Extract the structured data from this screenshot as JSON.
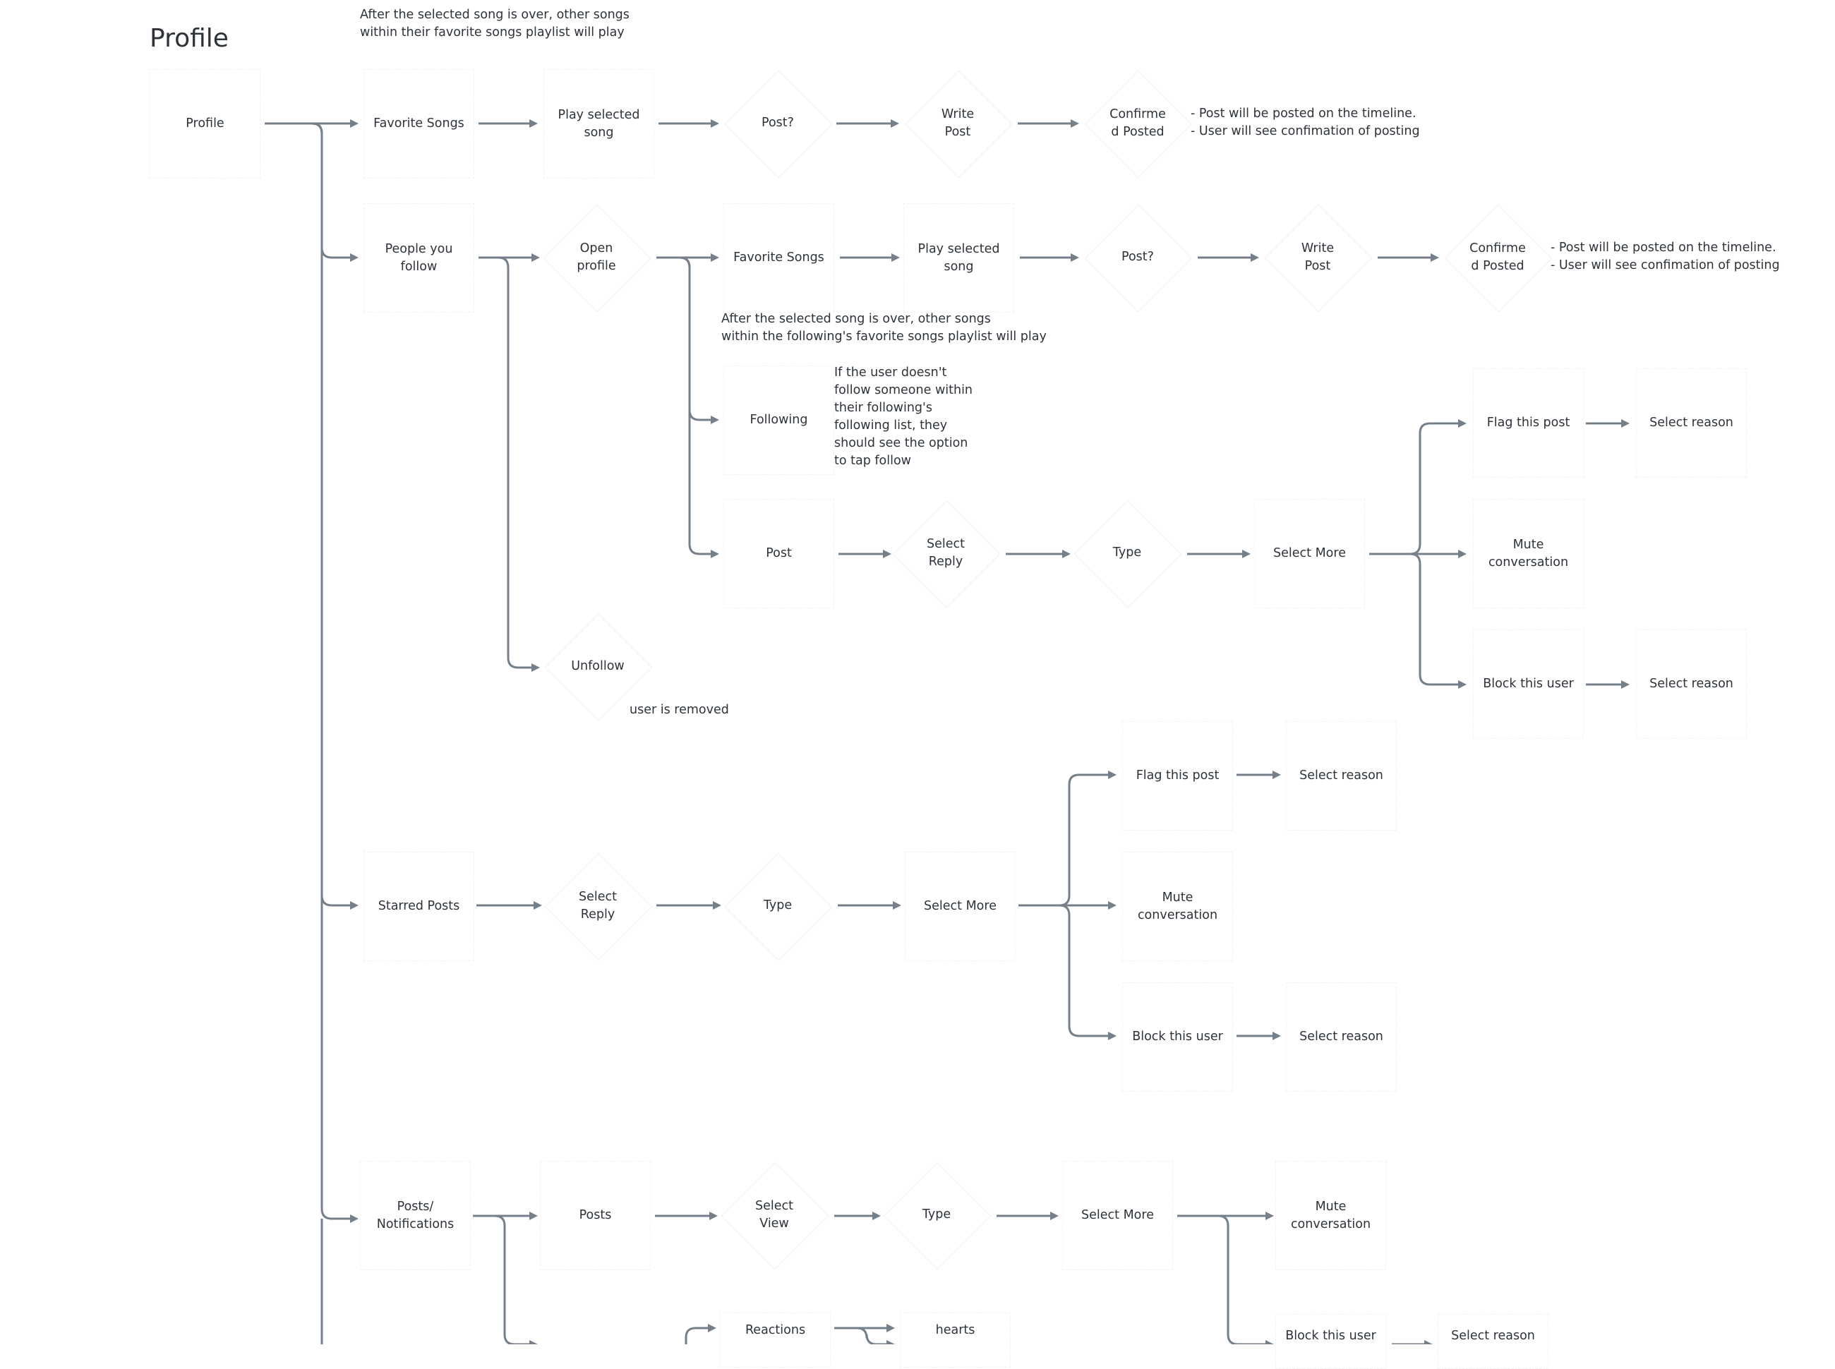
{
  "page_title": "Profile",
  "nodes": {
    "profile": "Profile",
    "fav_songs_1": "Favorite Songs",
    "play_song_1": "Play selected\nsong",
    "post_q_1": "Post?",
    "write_post_1": "Write\nPost",
    "confirmed_1": "Confirme\nd Posted",
    "people_follow": "People you\nfollow",
    "open_profile": "Open\nprofile",
    "fav_songs_2": "Favorite Songs",
    "play_song_2": "Play selected\nsong",
    "post_q_2": "Post?",
    "write_post_2": "Write\nPost",
    "confirmed_2": "Confirme\nd Posted",
    "following": "Following",
    "post": "Post",
    "select_reply_1": "Select\nReply",
    "type_1": "Type",
    "select_more_1": "Select More",
    "flag_1": "Flag this post",
    "reason_flag_1": "Select reason",
    "mute_1": "Mute\nconversation",
    "block_1": "Block this user",
    "reason_block_1": "Select reason",
    "unfollow": "Unfollow",
    "starred": "Starred Posts",
    "select_reply_2": "Select\nReply",
    "type_2": "Type",
    "select_more_2": "Select More",
    "flag_2": "Flag this post",
    "reason_flag_2": "Select reason",
    "mute_2": "Mute\nconversation",
    "block_2": "Block this user",
    "reason_block_2": "Select reason",
    "posts_notif": "Posts/\nNotifications",
    "posts": "Posts",
    "select_view": "Select\nView",
    "type_3": "Type",
    "select_more_3": "Select More",
    "mute_3": "Mute\nconversation",
    "block_3": "Block this user",
    "reason_block_3": "Select reason",
    "reactions": "Reactions",
    "hearts": "hearts"
  },
  "notes": {
    "top_note": "After the selected song is over, other songs\nwithin their favorite songs playlist will play",
    "confirm_note_1": "- Post will be posted on the timeline.\n- User will see confimation of posting",
    "confirm_note_2": "- Post will be posted on the timeline.\n- User will see confimation of posting",
    "following_playlist_note": "After the selected song is over, other songs\nwithin the following's favorite songs playlist will play",
    "follow_option_note": "If the user doesn't\nfollow someone within\ntheir following's\nfollowing list, they\nshould see the option\nto tap follow",
    "unfollow_note": "user is removed"
  },
  "colors": {
    "connector": "#75808b",
    "text": "#2d3339",
    "background": "#ffffff"
  }
}
